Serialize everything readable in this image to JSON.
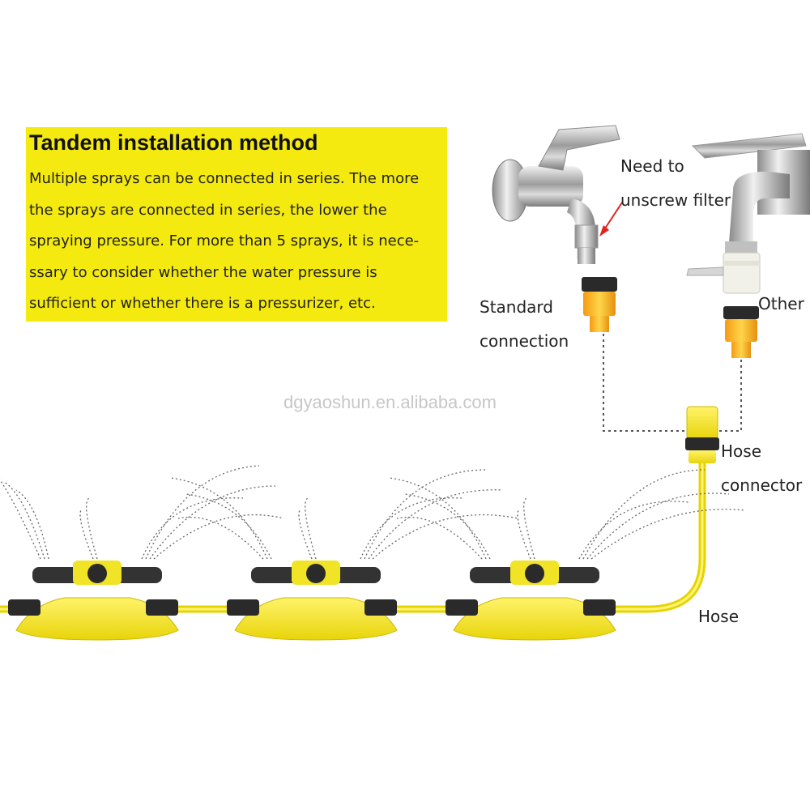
{
  "info": {
    "title": "Tandem installation method",
    "text": "Multiple sprays can be connected in series. The more\nthe sprays are connected in series, the lower the\nspraying pressure. For more than 5 sprays, it is nece-\nssary to consider whether the water pressure is\nsufficient or whether there is a pressurizer, etc."
  },
  "labels": {
    "unscrew": "Need to\nunscrew filter",
    "standard": "Standard\nconnection",
    "other": "Other",
    "hose_connector": "Hose\nconnector",
    "hose": "Hose"
  },
  "watermark": "dgyaoshun.en.alibaba.com",
  "colors": {
    "info_bg": "#f5ea0f",
    "hose": "#f2e21a",
    "sprinkler_body": "#f0e320",
    "connector": "#f7b21d",
    "arrow": "#e0251e"
  }
}
